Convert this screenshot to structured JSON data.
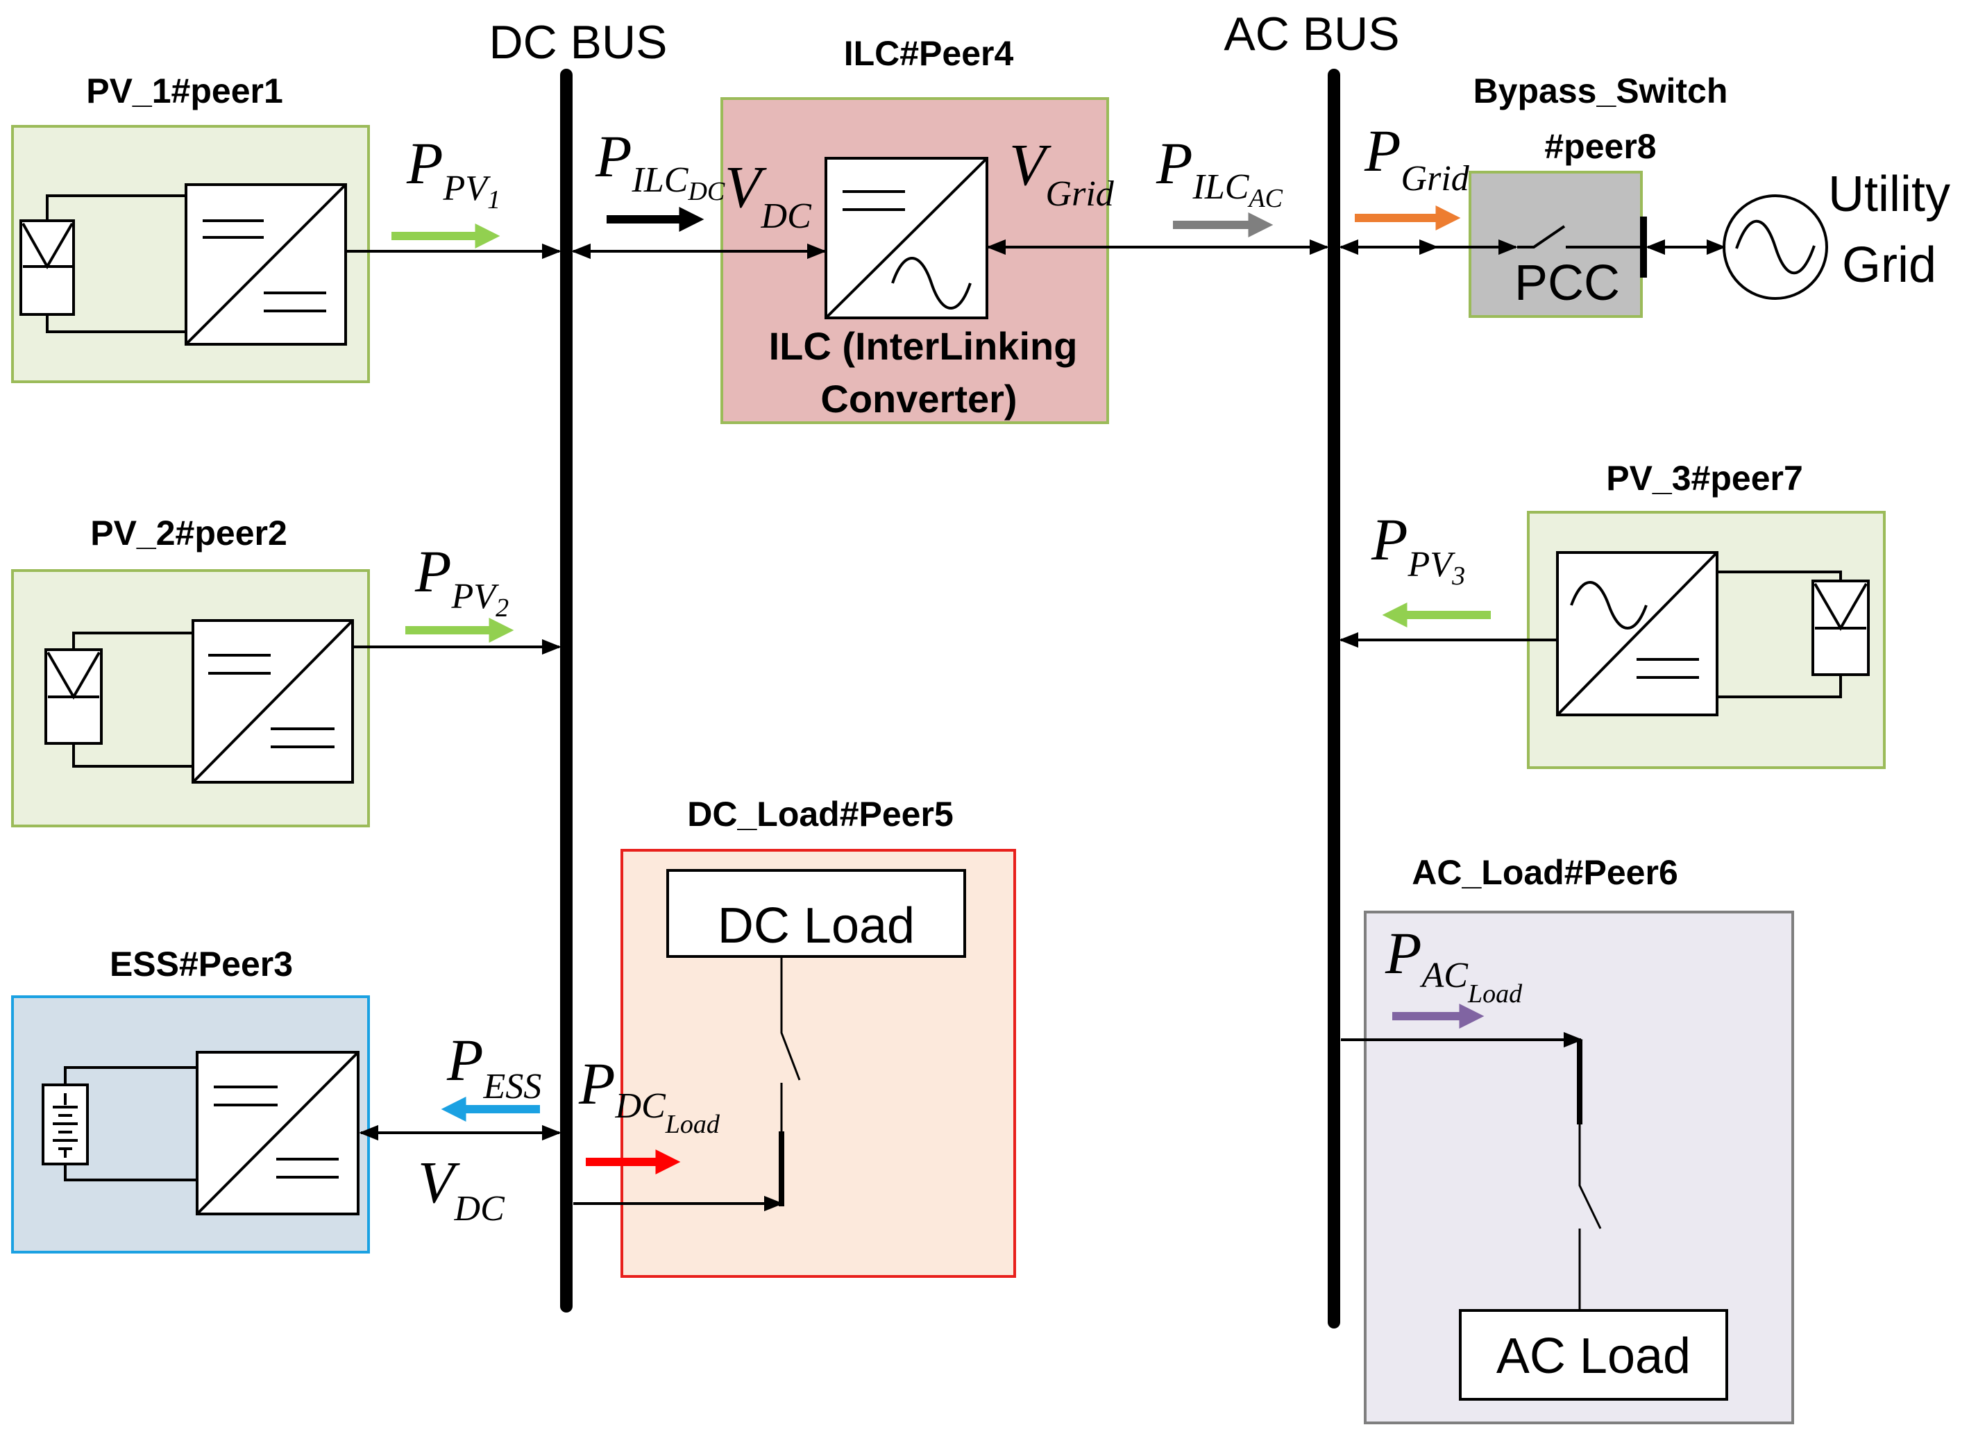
{
  "buses": {
    "dc": "DC BUS",
    "ac": "AC BUS"
  },
  "peers": {
    "pv1": "PV_1#peer1",
    "pv2": "PV_2#peer2",
    "ess": "ESS#Peer3",
    "ilc": "ILC#Peer4",
    "dc_load": "DC_Load#Peer5",
    "ac_load": "AC_Load#Peer6",
    "pv3": "PV_3#peer7",
    "bypass_line1": "Bypass_Switch",
    "bypass_line2": "#peer8"
  },
  "ilc_desc": {
    "line1": "ILC (InterLinking",
    "line2": "Converter)"
  },
  "pcc": "PCC",
  "utility": {
    "line1": "Utility",
    "line2": "Grid"
  },
  "loads": {
    "dc": "DC Load",
    "ac": "AC Load"
  },
  "symbols": {
    "p": "P",
    "v": "V",
    "pv": "PV",
    "sub1": "1",
    "sub2": "2",
    "sub3": "3",
    "ilc": "ILC",
    "dc_lower": "DC",
    "ac_lower": "AC",
    "dc": "DC",
    "grid": "Grid",
    "ess": "ESS",
    "load": "Load"
  },
  "colors": {
    "pv_fill": "#ebf1de",
    "pv_stroke": "#9bbb59",
    "ilc_fill": "#e6b9b8",
    "dcload_fill": "#fce9dc",
    "dcload_stroke": "#e8201c",
    "ess_fill": "#d3dfe9",
    "ess_stroke": "#1ba1e2",
    "acload_fill": "#ebe9f1",
    "acload_stroke": "#7f7f7f",
    "bypass_fill": "#bfbfbf",
    "arrow_pv": "#92d050",
    "arrow_grid": "#ed7d31",
    "arrow_ilc_ac": "#7f7f7f",
    "arrow_ess": "#1ba1e2",
    "arrow_dcload": "#ff0000",
    "arrow_acload": "#8064a2"
  }
}
